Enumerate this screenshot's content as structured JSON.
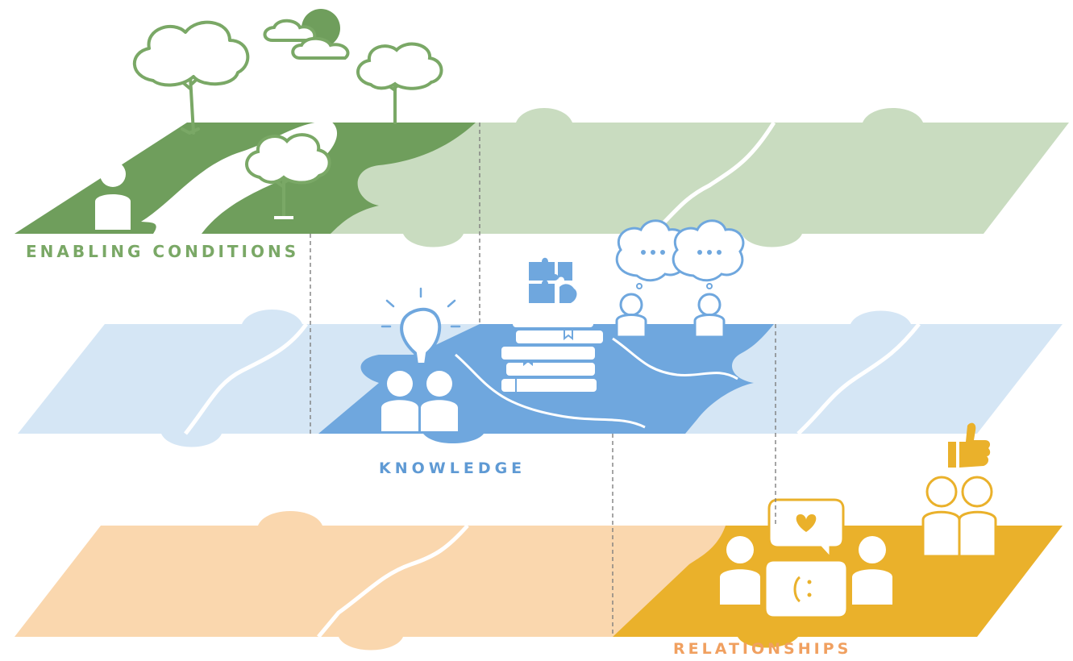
{
  "layers": {
    "enabling": {
      "label": "ENABLING CONDITIONS"
    },
    "knowledge": {
      "label": "KNOWLEDGE"
    },
    "relationships": {
      "label": "RELATIONSHIPS"
    }
  },
  "icons": {
    "enabling": [
      "tree-icon",
      "cloud-icon",
      "sun-icon",
      "star-icon",
      "person-icon",
      "path-icon"
    ],
    "knowledge": [
      "lightbulb-icon",
      "people-icon",
      "books-icon",
      "puzzle-pieces-icon",
      "speech-bubble-icon",
      "person-icon"
    ],
    "relationships": [
      "heart-bubble-icon",
      "smiley-bubble-icon",
      "people-icon",
      "thumbs-up-icon"
    ]
  },
  "colors": {
    "enabling_light": "#c9dcc0",
    "enabling_dark": "#6f9e5c",
    "enabling_label": "#7aa866",
    "knowledge_light": "#d5e6f5",
    "knowledge_dark": "#6fa7de",
    "knowledge_label": "#5f9ad4",
    "relationships_light": "#fad7ae",
    "relationships_dark": "#eab12b",
    "relationships_label": "#f0a060",
    "dashed_guides": "#7f7f7f"
  }
}
